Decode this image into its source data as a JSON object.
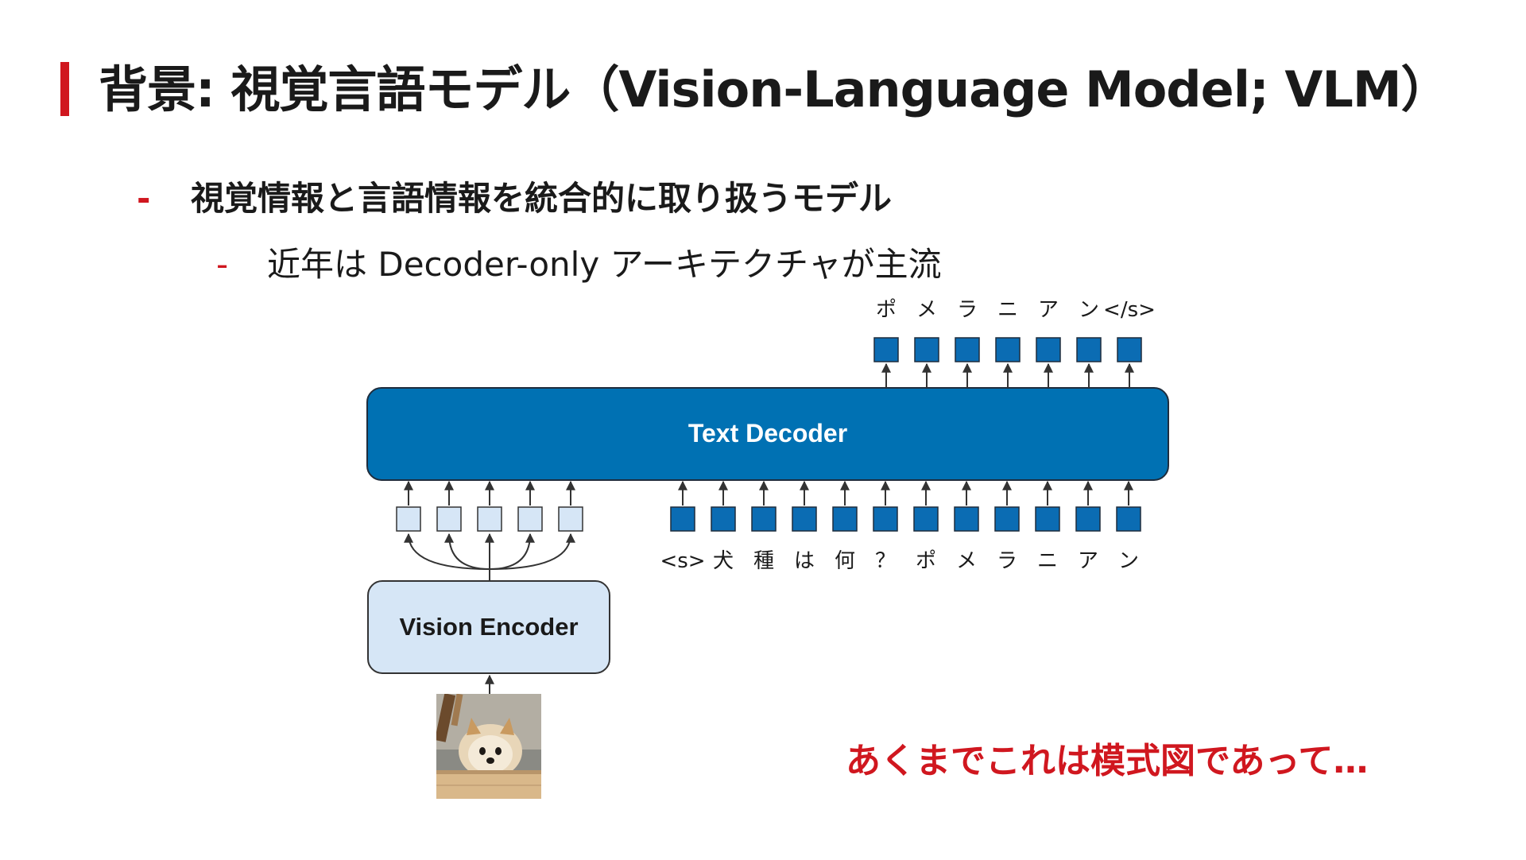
{
  "title": "背景: 視覚言語モデル（Vision-Language Model; VLM）",
  "bullets": [
    {
      "dash": "-",
      "text": "視覚情報と言語情報を統合的に取り扱うモデル"
    },
    {
      "dash": "-",
      "text": "近年は Decoder-only アーキテクチャが主流"
    }
  ],
  "diagram": {
    "decoder_label": "Text Decoder",
    "encoder_label": "Vision Encoder",
    "output_tokens": [
      "ポ",
      "メ",
      "ラ",
      "ニ",
      "ア",
      "ン",
      "</s>"
    ],
    "input_tokens": [
      "<s>",
      "犬",
      "種",
      "は",
      "何",
      "？",
      "ポ",
      "メ",
      "ラ",
      "ニ",
      "ア",
      "ン"
    ],
    "image_token_count": 5,
    "colors": {
      "decoder_fill": "#0071b3",
      "token_fill": "#0b6cb3",
      "encoder_fill": "#d6e6f6",
      "image_token_fill": "#d6e6f6",
      "accent": "#d0171f"
    }
  },
  "note": "あくまでこれは模式図であって…"
}
